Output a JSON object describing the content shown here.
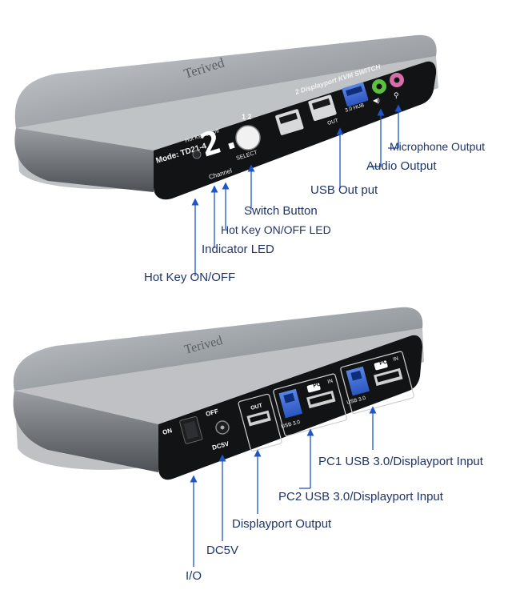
{
  "brand": "Terived",
  "front": {
    "model": "Mode: TD21-4",
    "channel_display": "2.",
    "channel_label": "Channel",
    "hotkey_label": "Hot Key on/off",
    "select_label": "SELECT",
    "select_numbers": "1 2",
    "title_logo": "2 Displayport KVM SWITCH",
    "out_label": "OUT",
    "hub_label": "3.0 HUB",
    "callouts": {
      "microphone_output": "Microphone Output",
      "audio_output": "Audio Output",
      "usb_out": "USB Out put",
      "switch_button": "Switch Button",
      "hotkey_led": "Hot Key ON/OFF LED",
      "indicator_led": "Indicator LED",
      "hotkey_onoff": "Hot Key ON/OFF"
    }
  },
  "back": {
    "on_label": "ON",
    "off_label": "OFF",
    "dc_label": "DC5V",
    "out_label": "OUT",
    "usb30_a": "USB 3.0",
    "usb30_b": "USB 3.0",
    "pc2_label": "PC2",
    "pc2_in": "IN",
    "pc1_label": "PC1",
    "pc1_in": "IN",
    "callouts": {
      "pc1_input": "PC1 USB 3.0/Displayport Input",
      "pc2_input": "PC2 USB 3.0/Displayport Input",
      "displayport_output": "Displayport Output",
      "dc5v": "DC5V",
      "io": "I/O"
    }
  },
  "colors": {
    "callout_text": "#1f3566",
    "arrow_line": "#1f55c8",
    "usb_blue": "#2a5fd0",
    "jack_green": "#5cbf3e",
    "jack_pink": "#d46fa7",
    "chassis_light": "#c8cbcf",
    "chassis_dark": "#6e7378",
    "panel_black": "#111214"
  }
}
